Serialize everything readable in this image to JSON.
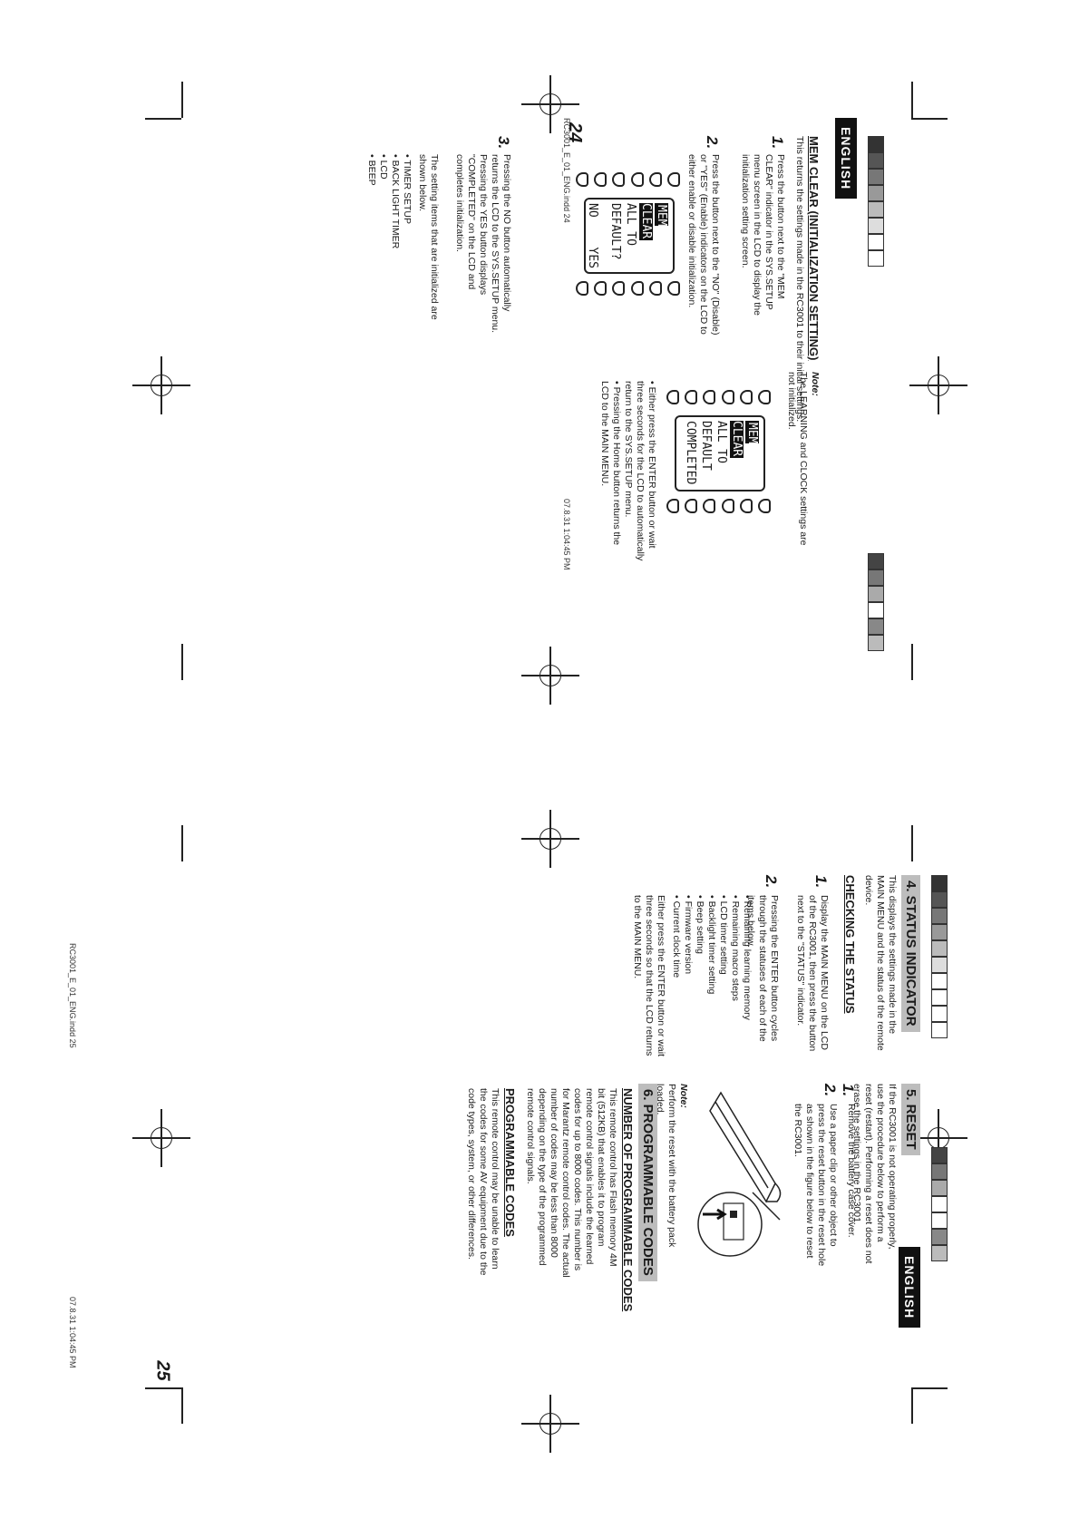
{
  "left_page": {
    "language_tab": "ENGLISH",
    "title": "MEM CLEAR (INITIALIZATION SETTING)",
    "intro": "This returns the settings made in the RC3001 to their initial settings.",
    "steps": [
      {
        "num": "1.",
        "text": "Press the button next to the \"MEM CLEAR\" indicator in the SYS.SETUP menu screen in the LCD to display the initialization setting screen."
      },
      {
        "num": "2.",
        "text": "Press the button next to the \"NO\" (Disable) or \"YES\" (Enable) indicators on the LCD to either enable or disable initialization."
      },
      {
        "num": "3.",
        "text": "Pressing the NO button automatically returns the LCD to the SYS.SETUP menu. Pressing the YES button displays \"COMPLETED\" on the LCD and completes initialization."
      }
    ],
    "lcd1": {
      "line1": "MEM CLEAR",
      "line2": "ALL TO",
      "line3": "DEFAULT?",
      "no": "NO",
      "yes": "YES"
    },
    "lcd2": {
      "line1": "MEM CLEAR",
      "line2": "ALL TO",
      "line3": "DEFAULT",
      "line4": "COMPLETED"
    },
    "items_intro": "The setting items that are initialized are shown below.",
    "items": [
      "TIMER SETUP",
      "BACK LIGHT TIMER",
      "LCD",
      "BEEP"
    ],
    "note_label": "Note:",
    "note_text": "The LEARNING and CLOCK settings are not initialized.",
    "after_bullets": [
      "Either press the ENTER button or wait three seconds for the LCD to automatically return to the SYS.SETUP menu.",
      "Pressing the Home button returns the LCD to the MAIN MENU."
    ],
    "page_number": "24",
    "footer_file": "RC3001_E_01_ENG.indd   24",
    "footer_date": "07.8.31   1:04:45 PM"
  },
  "right_page": {
    "language_tab": "ENGLISH",
    "section4_title": "4. STATUS INDICATOR",
    "section4_intro": "This displays the settings made in the MAIN MENU and the status of the remote device.",
    "checking_heading": "CHECKING THE STATUS",
    "status_steps": [
      {
        "num": "1.",
        "text": "Display the MAIN MENU on the LCD of the RC3001, then press the button next to the \"STATUS\" indicator."
      },
      {
        "num": "2.",
        "text": "Pressing the ENTER button cycles through the statuses of each of the items below."
      }
    ],
    "status_items": [
      "Remaining learning memory",
      "Remaining macro steps",
      "LCD timer setting",
      "Backlight timer setting",
      "Beep setting",
      "Firmware version",
      "Current clock time"
    ],
    "status_outro": "Either press the ENTER button or wait three seconds so that the LCD returns to the MAIN MENU.",
    "section5_title": "5. RESET",
    "section5_intro": "If the RC3001 is not operating properly, use the procedure below to perform a reset (restart). Performing a reset does not erase the settings in the RC3001.",
    "reset_steps": [
      {
        "num": "1.",
        "text": "Remove the battery case cover."
      },
      {
        "num": "2.",
        "text": "Use a paper clip or other object to press the reset button in the reset hole as shown in the figure below to reset the RC3001."
      }
    ],
    "reset_note_label": "Note:",
    "reset_note_text": "Perform the reset with the battery pack loaded.",
    "section6_title": "6. PROGRAMMABLE CODES",
    "number_heading": "NUMBER OF PROGRAMMABLE CODES",
    "number_text": "This remote control has Flash memory 4M bit (512KB) that enables it to program remote control signals include the learned codes for up to 8000 codes. This number is for Marantz remote control codes. The actual number of codes may be less than 8000 depending on the type of the programmed remote control signals.",
    "prog_heading": "PROGRAMMABLE CODES",
    "prog_text": "This remote control may be unable to learn the codes for some AV equipment due to the code types, system, or other differences.",
    "page_number": "25",
    "footer_file": "RC3001_E_01_ENG.indd   25",
    "footer_date": "07.8.31   1:04:45 PM"
  },
  "colors": {
    "tab_bg": "#111111",
    "heading_bar": "#bdbdbd"
  }
}
